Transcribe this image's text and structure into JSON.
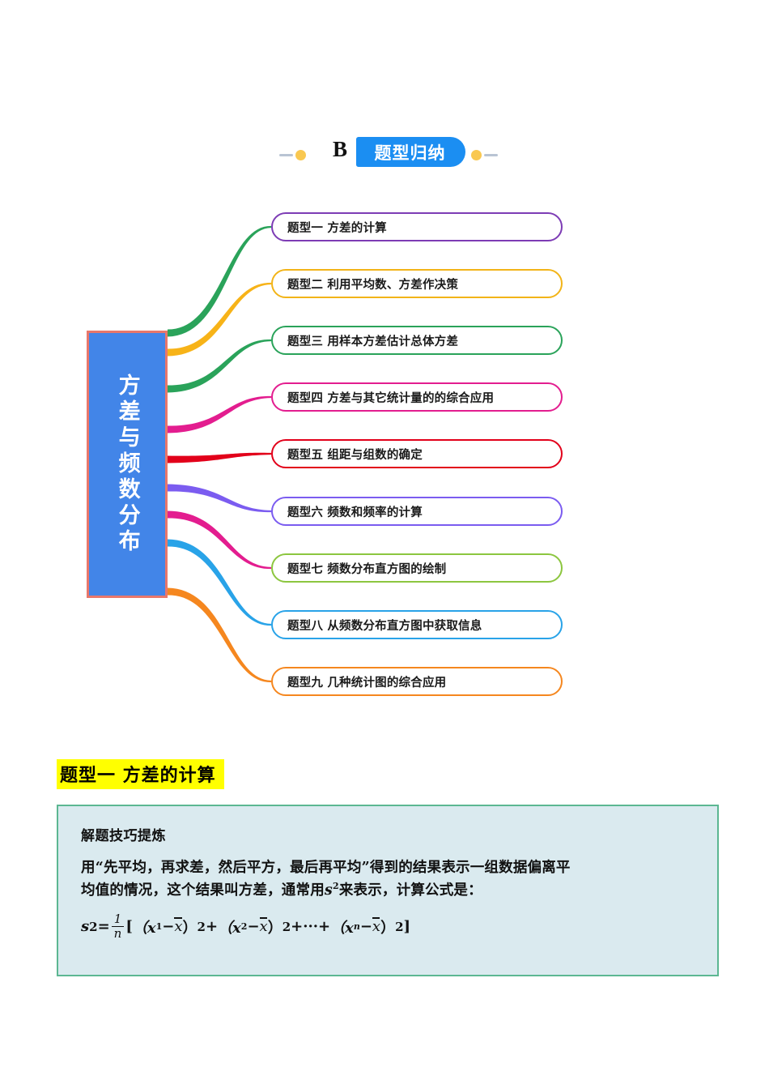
{
  "header": {
    "letter": "B",
    "banner_title": "题型归纳",
    "banner_color": "#1b8ef2",
    "dot_color": "#f9c851",
    "line_color": "#b9c4d4",
    "left_decor_icon": "dot-with-line-icon",
    "right_decor_icon": "dot-with-line-icon"
  },
  "mindmap": {
    "central_node": {
      "text": "方差与频数分布",
      "fill_color": "#4285e8",
      "border_color": "#e8776b",
      "text_color": "#ffffff"
    },
    "branches": [
      {
        "label": "题型一  方差的计算",
        "border_color": "#7d3cb5",
        "curve_color": "#2aa35a"
      },
      {
        "label": "题型二   利用平均数、方差作决策",
        "border_color": "#f2b418",
        "curve_color": "#f7b318"
      },
      {
        "label": "题型三  用样本方差估计总体方差",
        "border_color": "#2aa35a",
        "curve_color": "#2aa35a"
      },
      {
        "label": "题型四   方差与其它统计量的的综合应用",
        "border_color": "#e31d8f",
        "curve_color": "#e31d8f"
      },
      {
        "label": "题型五  组距与组数的确定",
        "border_color": "#e2001a",
        "curve_color": "#e2001a"
      },
      {
        "label": "题型六  频数和频率的计算",
        "border_color": "#7b5cf0",
        "curve_color": "#7b5cf0"
      },
      {
        "label": "题型七  频数分布直方图的绘制",
        "border_color": "#8cc63f",
        "curve_color": "#e31d8f"
      },
      {
        "label": "题型八  从频数分布直方图中获取信息",
        "border_color": "#29a3e8",
        "curve_color": "#29a3e8"
      },
      {
        "label": "题型九  几种统计图的综合应用",
        "border_color": "#f5871f",
        "curve_color": "#f5871f"
      }
    ]
  },
  "section": {
    "heading": "题型一   方差的计算",
    "highlight_color": "#ffff00"
  },
  "tip_box": {
    "title": "解题技巧提炼",
    "body_line_1": "用“先平均，再求差，然后平方，最后再平均”得到的结果表示一组数据偏离平",
    "body_line_2_before": "均值的情况，这个结果叫方差，通常用",
    "body_line_2_symbol": "s",
    "body_line_2_sup": "2",
    "body_line_2_after": "来表示，计算公式是：",
    "formula_parts": {
      "lhs_s": "s",
      "lhs_sup": "2",
      "equals": "=",
      "frac_num": "1",
      "frac_den": "n",
      "open_bracket": "[",
      "term1": "（x",
      "term1_sub": "1",
      "minus": "−",
      "xbar": "x",
      "close_paren": "）",
      "sup2": "2",
      "plus": "+",
      "term2": "（x",
      "term2_sub": "2",
      "dots": "+···+",
      "term3": "（x",
      "term3_sub": "n",
      "close_bracket": "]"
    },
    "fill_color": "#daeaef",
    "border_color": "#5cb792"
  }
}
